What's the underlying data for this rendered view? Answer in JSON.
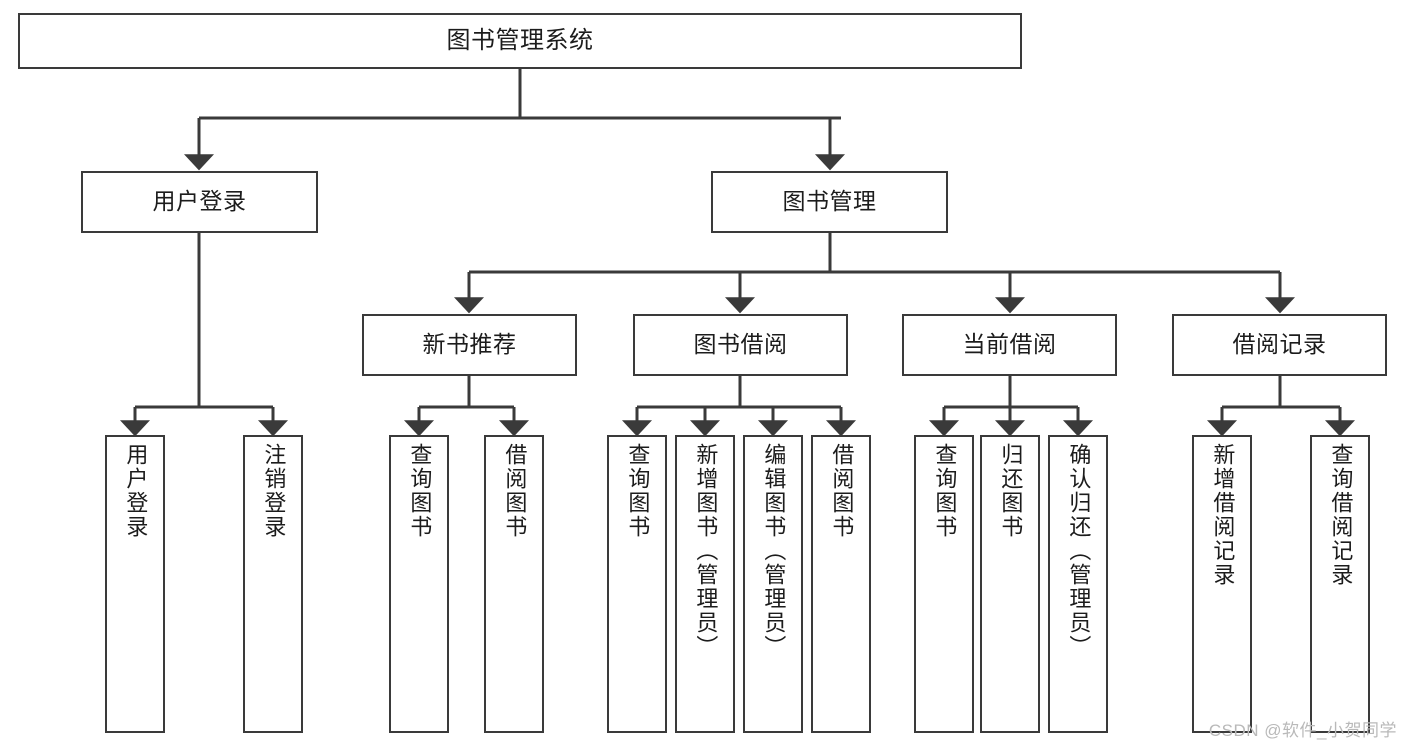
{
  "diagram": {
    "title": "图书管理系统",
    "type": "tree-hierarchy-diagram",
    "colors": {
      "stroke": "#3a3a3a",
      "fill": "#ffffff",
      "text": "#1c1c1c",
      "watermark": "#b9b9b9"
    },
    "root": {
      "label": "图书管理系统"
    },
    "level2": [
      {
        "label": "用户登录"
      },
      {
        "label": "图书管理"
      }
    ],
    "level3": [
      {
        "label": "新书推荐"
      },
      {
        "label": "图书借阅"
      },
      {
        "label": "当前借阅"
      },
      {
        "label": "借阅记录"
      }
    ],
    "leaves": {
      "user_login": [
        {
          "label": "用户登录"
        },
        {
          "label": "注销登录"
        }
      ],
      "new_book_recommend": [
        {
          "label": "查询图书"
        },
        {
          "label": "借阅图书"
        }
      ],
      "book_borrow": [
        {
          "label": "查询图书"
        },
        {
          "label": "新增图书（管理员）"
        },
        {
          "label": "编辑图书（管理员）"
        },
        {
          "label": "借阅图书"
        }
      ],
      "current_borrow": [
        {
          "label": "查询图书"
        },
        {
          "label": "归还图书"
        },
        {
          "label": "确认归还（管理员）"
        }
      ],
      "borrow_record": [
        {
          "label": "新增借阅记录"
        },
        {
          "label": "查询借阅记录"
        }
      ]
    },
    "watermark": "CSDN @软件_小贺同学"
  }
}
